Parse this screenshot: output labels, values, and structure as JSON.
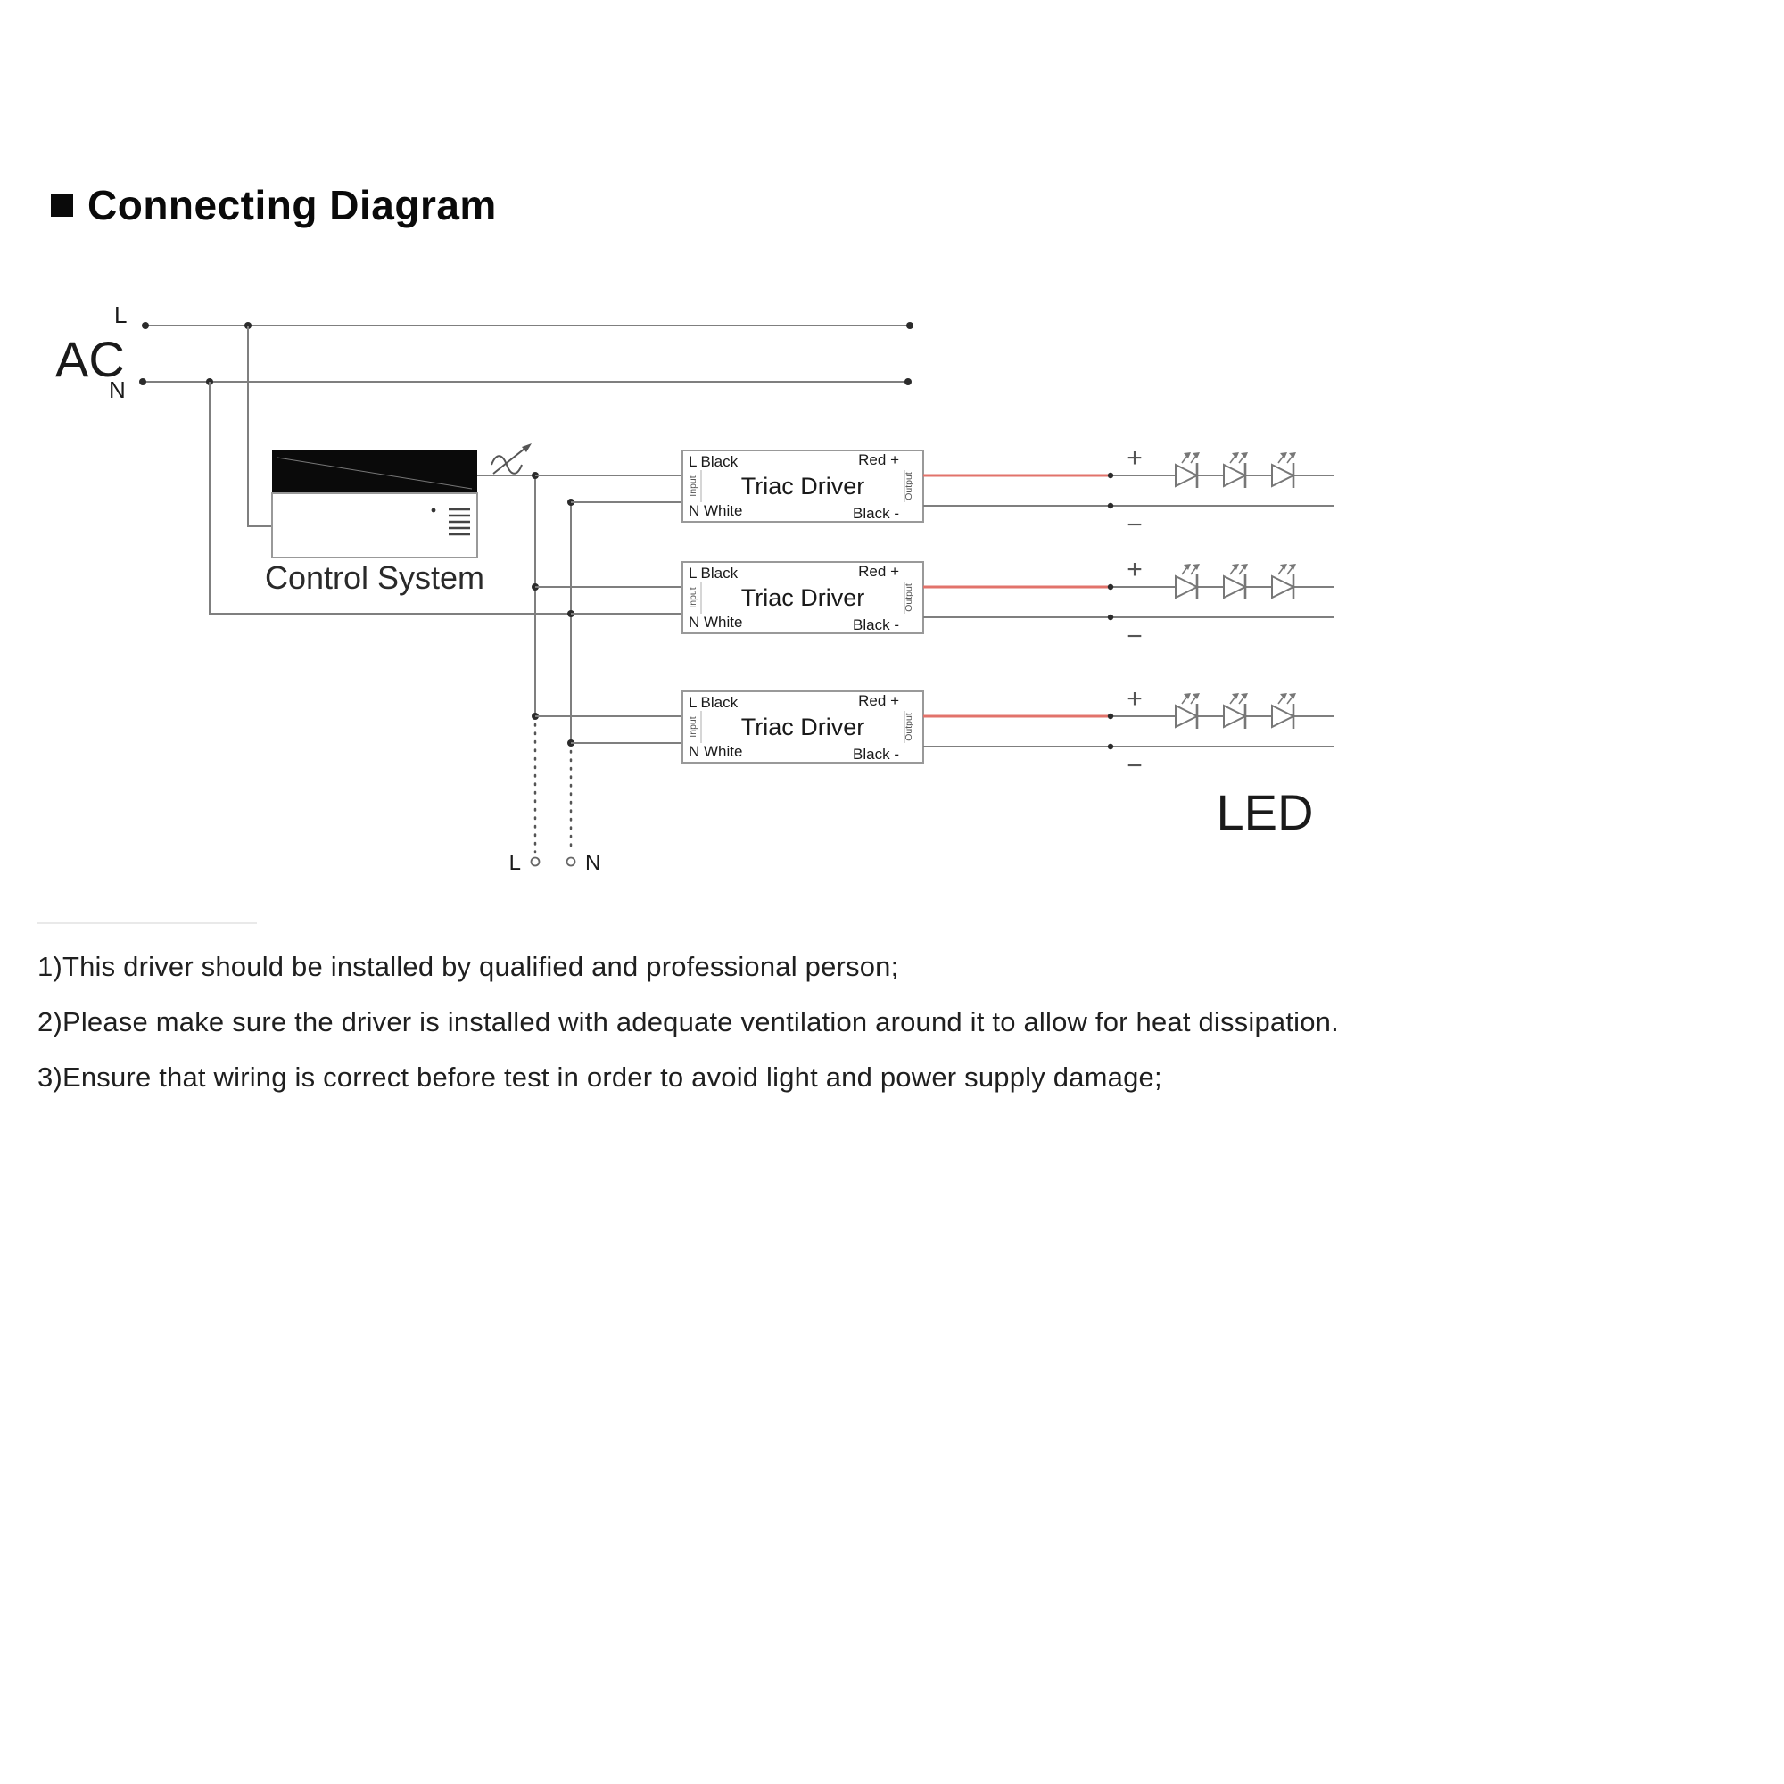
{
  "title": "Connecting Diagram",
  "diagram": {
    "ac": {
      "label": "AC",
      "l": "L",
      "n": "N"
    },
    "control_system": {
      "label": "Control System"
    },
    "driver": {
      "title": "Triac Driver",
      "l_terminal": "L Black",
      "n_terminal": "N White",
      "red_terminal": "Red +",
      "black_terminal": "Black -",
      "input_label": "Input",
      "output_label": "Output"
    },
    "led": {
      "label": "LED",
      "plus": "+",
      "minus": "−"
    },
    "terminals": {
      "l": "L",
      "n": "N"
    },
    "colors": {
      "wire": "#7f7f7f",
      "live_wire_red": "#e2736b"
    }
  },
  "notes": [
    "1)This driver should be installed by qualified and professional person;",
    "2)Please make sure the driver is installed with adequate ventilation around it to allow for heat dissipation.",
    "3)Ensure that wiring is correct before test in order to avoid light and power supply damage;"
  ]
}
